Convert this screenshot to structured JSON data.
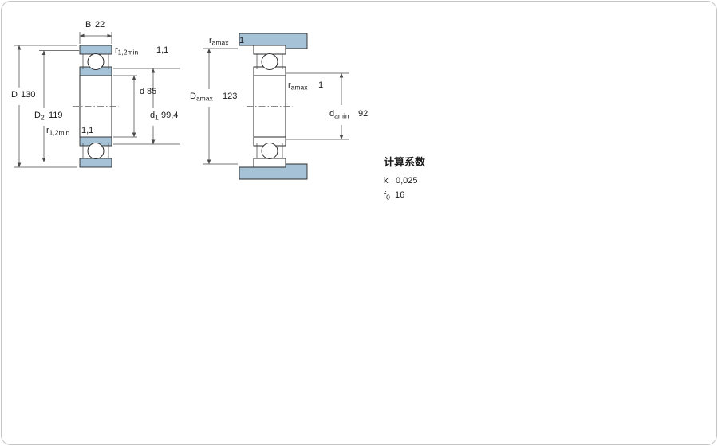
{
  "window": {
    "background": "#ffffff",
    "border_color": "#c4c4c4"
  },
  "colors": {
    "shade": "#a5c2d6",
    "outline": "#2a2a2a",
    "dim_line": "#4a4a4a",
    "text": "#1a1a1a"
  },
  "left_view": {
    "width_label": {
      "base": "B",
      "sub": "",
      "value": "22"
    },
    "r_top": {
      "base": "r",
      "sub": "1,2min",
      "value": "1,1"
    },
    "outer_diameter": {
      "base": "D",
      "sub": "",
      "value": "130"
    },
    "d2": {
      "base": "D",
      "sub": "2",
      "value": "119"
    },
    "bore": {
      "base": "d",
      "sub": "",
      "value": "85"
    },
    "d1": {
      "base": "d",
      "sub": "1",
      "value": "99,4"
    },
    "r_bottom": {
      "base": "r",
      "sub": "1,2min",
      "value": "1,1"
    }
  },
  "right_view": {
    "ra_top": {
      "base": "r",
      "sub": "amax",
      "value": "1"
    },
    "da_max": {
      "base": "D",
      "sub": "amax",
      "value": "123"
    },
    "ra_mid": {
      "base": "r",
      "sub": "amax",
      "value": "1"
    },
    "da_min": {
      "base": "d",
      "sub": "amin",
      "value": "92"
    }
  },
  "calculation_factors": {
    "title": "计算系数",
    "kr": {
      "base": "k",
      "sub": "r",
      "value": "0,025"
    },
    "f0": {
      "base": "f",
      "sub": "0",
      "value": "16"
    }
  }
}
